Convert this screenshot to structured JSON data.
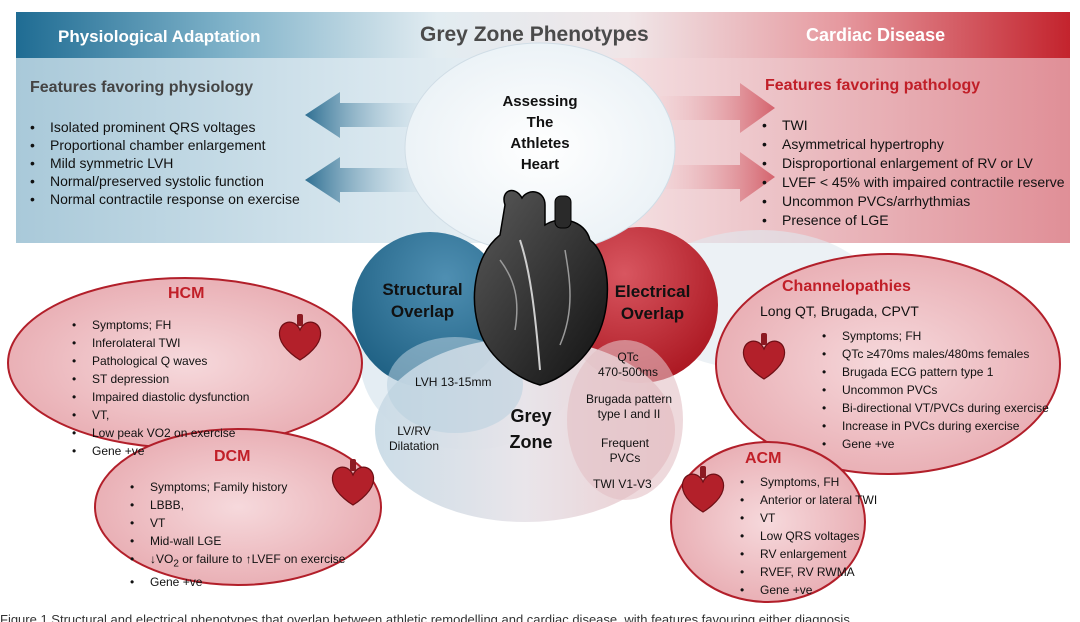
{
  "banner": {
    "left_label": "Physiological Adaptation",
    "title": "Grey Zone Phenotypes",
    "right_label": "Cardiac Disease"
  },
  "physiology": {
    "heading": "Features favoring physiology",
    "items": [
      "Isolated prominent QRS voltages",
      "Proportional chamber enlargement",
      "Mild symmetric LVH",
      "Normal/preserved systolic function",
      "Normal contractile response on exercise"
    ]
  },
  "pathology": {
    "heading": "Features favoring pathology",
    "items": [
      "TWI",
      "Asymmetrical  hypertrophy",
      "Disproportional enlargement of RV or LV",
      "LVEF < 45% with impaired contractile reserve",
      "Uncommon PVCs/arrhythmias",
      "Presence of LGE"
    ]
  },
  "center": {
    "line1": "Assessing",
    "line2": "The",
    "line3": "Athletes",
    "line4": "Heart"
  },
  "overlap": {
    "structural_line1": "Structural",
    "structural_line2": "Overlap",
    "electrical_line1": "Electrical",
    "electrical_line2": "Overlap",
    "lvh": "LVH 13-15mm",
    "lvrv_line1": "LV/RV",
    "lvrv_line2": "Dilatation",
    "qtc_line1": "QTc",
    "qtc_line2": "470-500ms",
    "brugada_line1": "Brugada pattern",
    "brugada_line2": "type I and II",
    "freq_line1": "Frequent",
    "freq_line2": "PVCs",
    "twi_v1v3": "TWI V1-V3",
    "grey_line1": "Grey",
    "grey_line2": "Zone"
  },
  "hcm": {
    "title": "HCM",
    "items": [
      "Symptoms; FH",
      "Inferolateral TWI",
      "Pathological Q waves",
      "ST depression",
      "Impaired diastolic dysfunction",
      "VT,",
      "Low peak VO2 on exercise",
      "Gene +ve"
    ]
  },
  "dcm": {
    "title": "DCM",
    "items": [
      "Symptoms; Family history",
      "LBBB,",
      "VT",
      "Mid-wall LGE"
    ],
    "vo2_arrow": "↓",
    "vo2_text": "VO",
    "vo2_sub": "2",
    "vo2_rest": " or failure to ",
    "lvef_arrow": "↑",
    "lvef_text": "LVEF on exercise",
    "gene": "Gene +ve"
  },
  "channelopathies": {
    "title": "Channelopathies",
    "subtitle": "Long QT, Brugada, CPVT",
    "items": [
      "Symptoms; FH",
      "QTc ≥470ms males/480ms females",
      "Brugada ECG pattern type 1",
      "Uncommon PVCs",
      "Bi-directional VT/PVCs during exercise",
      "Increase in PVCs during exercise",
      "Gene +ve"
    ]
  },
  "acm": {
    "title": "ACM",
    "items": [
      "Symptoms, FH",
      "Anterior or lateral TWI",
      "VT",
      "Low QRS voltages",
      "RV enlargement",
      "RVEF, RV RWMA",
      "Gene +ve"
    ]
  },
  "colors": {
    "blue": "#1f6c93",
    "red": "#c11f28",
    "grey": "#4a4a4a"
  },
  "caption": "Figure 1 Structural and electrical phenotypes that overlap between athletic remodelling and cardiac disease, with features favouring either diagnosis."
}
